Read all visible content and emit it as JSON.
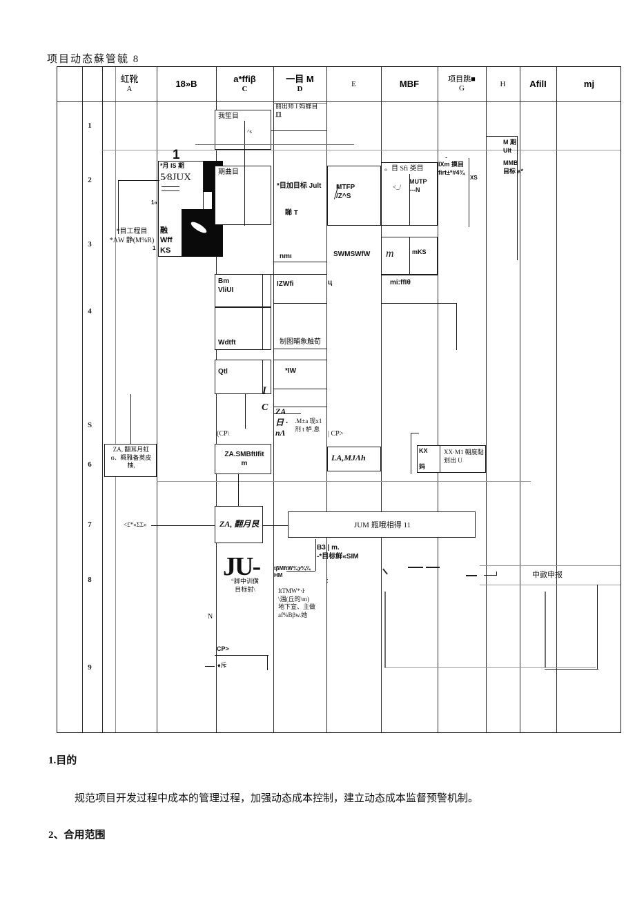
{
  "document": {
    "title": "项目动态蘇管毓 8",
    "title_suffix": "8"
  },
  "chart_data": {
    "type": "table",
    "title": "项目动态蘇管毓 8",
    "note": "Scanned swimlane flowchart, OCR-degraded. Columns are role/department lanes; rows are numbered process stages.",
    "columns": [
      {
        "id": "rownum",
        "label": "",
        "sub": ""
      },
      {
        "id": "spacer",
        "label": "",
        "sub": ""
      },
      {
        "id": "A",
        "label": "虹靴",
        "sub": "A"
      },
      {
        "id": "B",
        "label": "18»B",
        "sub": ""
      },
      {
        "id": "C",
        "label": "a*ffiβ",
        "sub": "C"
      },
      {
        "id": "D",
        "label": "一目 M",
        "sub": "D"
      },
      {
        "id": "E",
        "label": "E",
        "sub": ""
      },
      {
        "id": "F",
        "label": "MBF",
        "sub": ""
      },
      {
        "id": "G",
        "label": "项目跳■",
        "sub": "G"
      },
      {
        "id": "H",
        "label": "H",
        "sub": ""
      },
      {
        "id": "I",
        "label": "AfilI",
        "sub": ""
      },
      {
        "id": "J",
        "label": "mj",
        "sub": ""
      }
    ],
    "row_numbers": [
      "1",
      "2",
      "3",
      "4",
      "S",
      "6",
      "7",
      "8",
      "9"
    ]
  },
  "flow": {
    "nodes": [
      {
        "id": "n-d-top",
        "text": "丽出师 I 妈蜂目\n皿"
      },
      {
        "id": "n-c-1",
        "text": "我笙目"
      },
      {
        "id": "n-c-1b",
        "text": "^s"
      },
      {
        "id": "n-b-1",
        "text": "1"
      },
      {
        "id": "n-b-head",
        "text": "*月 IS 期"
      },
      {
        "id": "n-b-jux",
        "text": "5⁄8JUX"
      },
      {
        "id": "n-b-rong",
        "text": "融\nWff\nKS"
      },
      {
        "id": "n-b-1x",
        "text": "1«"
      },
      {
        "id": "n-b-1y",
        "text": "1"
      },
      {
        "id": "n-c-2",
        "text": "期曲目"
      },
      {
        "id": "n-a-3",
        "text": "*目工程目\n*ΛW 静(M%R)"
      },
      {
        "id": "n-d-2",
        "text": "*目加目标 Jult"
      },
      {
        "id": "n-d-2b",
        "text": "睇 T"
      },
      {
        "id": "n-e-2",
        "text": "MTFP\n/Z^S"
      },
      {
        "id": "n-f-2",
        "text": "。目 Sfi 类目"
      },
      {
        "id": "n-f-2b",
        "text": "MUTP\n---N"
      },
      {
        "id": "n-f-2c",
        "text": "<_/"
      },
      {
        "id": "n-g-2",
        "text": "IXm 摸目\nfirt±*#4¾"
      },
      {
        "id": "n-g-2b",
        "text": "XS"
      },
      {
        "id": "n-g-2dot",
        "text": "-"
      },
      {
        "id": "n-h-2",
        "text": "M 期\n   Ult"
      },
      {
        "id": "n-h-2b",
        "text": "MMB\n目标 a*"
      },
      {
        "id": "n-d-3",
        "text": "nmι"
      },
      {
        "id": "n-e-3",
        "text": "SWMSWfW"
      },
      {
        "id": "n-f-3",
        "text": "m"
      },
      {
        "id": "n-f-3b",
        "text": "mKS"
      },
      {
        "id": "n-c-4",
        "text": "Bm\nVliUI"
      },
      {
        "id": "n-d-4",
        "text": "IZWfi"
      },
      {
        "id": "n-e-4",
        "text": "ц"
      },
      {
        "id": "n-f-4",
        "text": "mi:ffIθ"
      },
      {
        "id": "n-c-4b",
        "text": "Wdtft"
      },
      {
        "id": "n-d-4b",
        "text": "制图晡象触荀"
      },
      {
        "id": "n-c-5",
        "text": "Qtl"
      },
      {
        "id": "n-d-5",
        "text": "*IW"
      },
      {
        "id": "n-ic-1",
        "text": "I"
      },
      {
        "id": "n-ic-2",
        "text": "C"
      },
      {
        "id": "n-d-za",
        "text": "ZA\n日 ·\nnΛ"
      },
      {
        "id": "n-d-za2",
        "text": ".M±a 现x1\n剂 t 栌.息"
      },
      {
        "id": "n-c-cp",
        "text": "(CP\\"
      },
      {
        "id": "n-e-cp",
        "text": "| CP>"
      },
      {
        "id": "n-a-6",
        "text": "ZA, 翻耳月虹\nα、概雅备英皮\n柚,"
      },
      {
        "id": "n-c-6",
        "text": "ZA.SMBftIfit\nm"
      },
      {
        "id": "n-e-6",
        "text": "LA,MJΛh"
      },
      {
        "id": "n-g-6a",
        "text": "KX\n\n妈"
      },
      {
        "id": "n-g-6b",
        "text": "XX·M1 朝度黏\n划出 U"
      },
      {
        "id": "n-a-7",
        "text": "<£*«ΣΣ«"
      },
      {
        "id": "n-c-7",
        "text": "ZA, 翻月艮"
      },
      {
        "id": "n-d-7",
        "text": "JUM 瓶哦相得 11"
      },
      {
        "id": "n-c-8",
        "text": "JU-"
      },
      {
        "id": "n-c-8b",
        "text": "“脚中训僙\n目标射\\"
      },
      {
        "id": "n-d-8",
        "text": "tβMftW¾⁊⁄¾¾\nHM"
      },
      {
        "id": "n-e-8",
        "text": "B3 | m.\n-*目标鲜«SIM"
      },
      {
        "id": "n-d-8b",
        "text": "ftTMW*·ŀ\n\\涠(丘的\\m)\n地下宣、主做\naf%Bβw.她"
      },
      {
        "id": "n-d-8c",
        "text": ":"
      },
      {
        "id": "n-i-8",
        "text": "中敳申报"
      },
      {
        "id": "n-c-9",
        "text": "N"
      },
      {
        "id": "n-c-9b",
        "text": "CP>"
      },
      {
        "id": "n-c-9c",
        "text": "♦斥"
      }
    ]
  },
  "sections": [
    {
      "id": "purpose",
      "heading_num": "1.",
      "heading": "目的",
      "body": "规范项目开发过程中成本的管理过程，加强动态成本控制，建立动态成本监督预警机制。"
    },
    {
      "id": "scope",
      "heading_num": "2、",
      "heading": "合用范围",
      "body": ""
    }
  ]
}
